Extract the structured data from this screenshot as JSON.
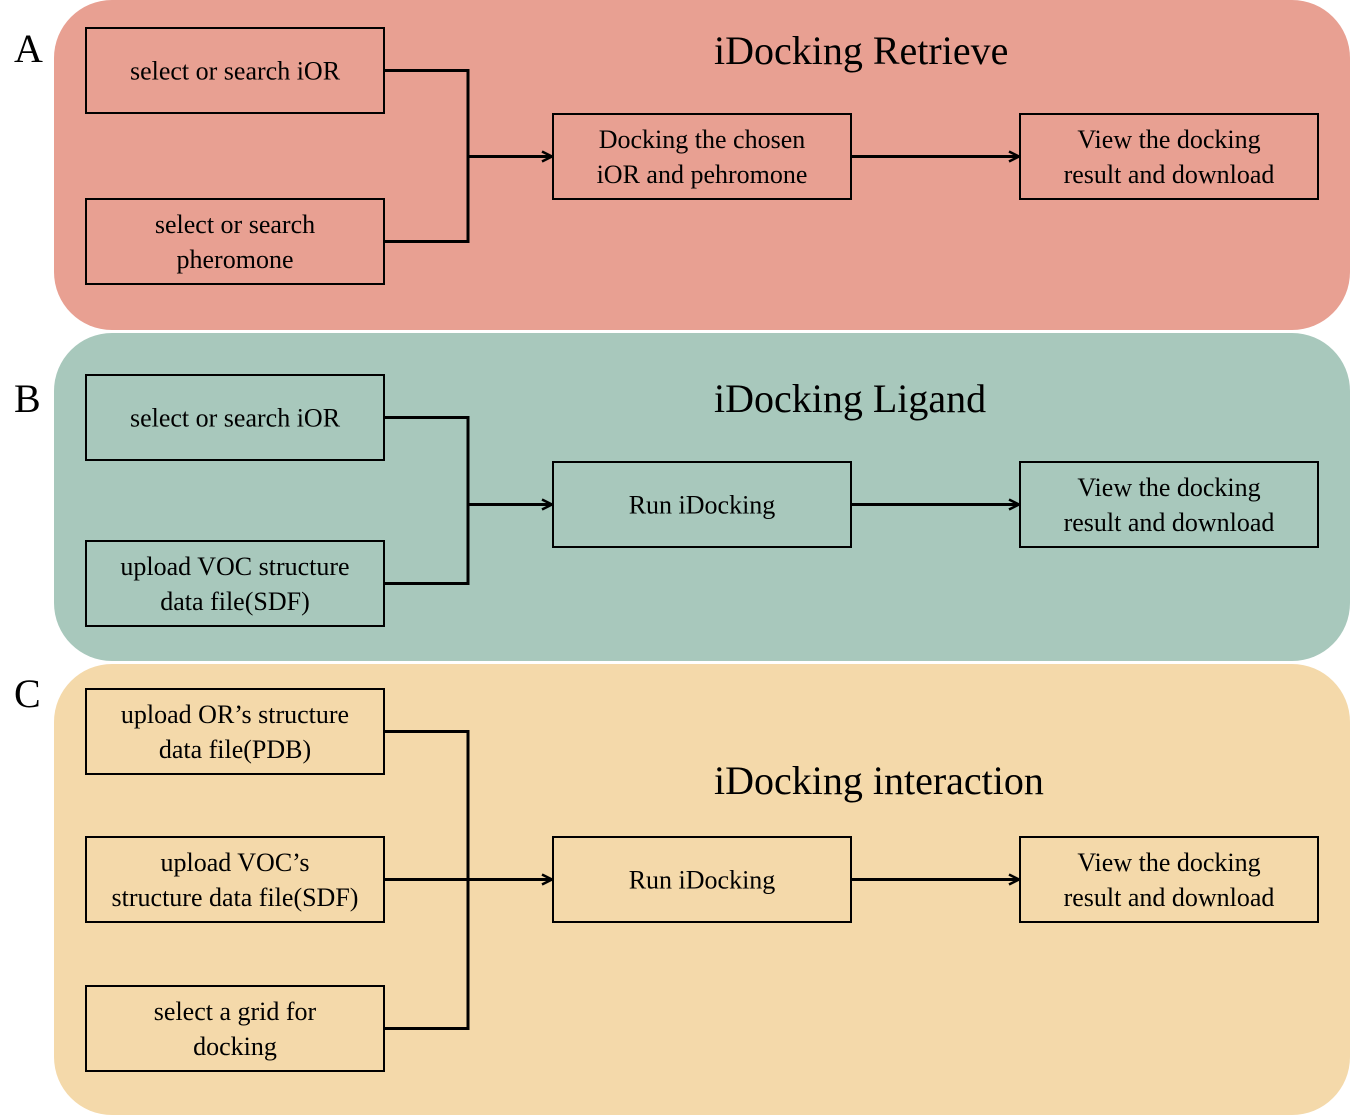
{
  "panels": [
    {
      "letter": "A",
      "title": "iDocking Retrieve",
      "background": "#e8a092",
      "inputs": [
        [
          "select or search iOR"
        ],
        [
          "select or search",
          "pheromone"
        ]
      ],
      "process": [
        "Docking the chosen",
        "iOR and pehromone"
      ],
      "output": [
        "View the docking",
        "result and download"
      ]
    },
    {
      "letter": "B",
      "title": "iDocking Ligand",
      "background": "#a8c8bc",
      "inputs": [
        [
          "select or search iOR"
        ],
        [
          "upload VOC structure",
          "data file(SDF)"
        ]
      ],
      "process": [
        "Run iDocking"
      ],
      "output": [
        "View the docking",
        "result and download"
      ]
    },
    {
      "letter": "C",
      "title": "iDocking interaction",
      "background": "#f4d9aa",
      "inputs": [
        [
          "upload OR’s structure",
          "data file(PDB)"
        ],
        [
          "upload VOC’s",
          "structure data file(SDF)"
        ],
        [
          "select a grid for",
          "docking"
        ]
      ],
      "process": [
        "Run iDocking"
      ],
      "output": [
        "View the docking",
        "result and download"
      ]
    }
  ]
}
